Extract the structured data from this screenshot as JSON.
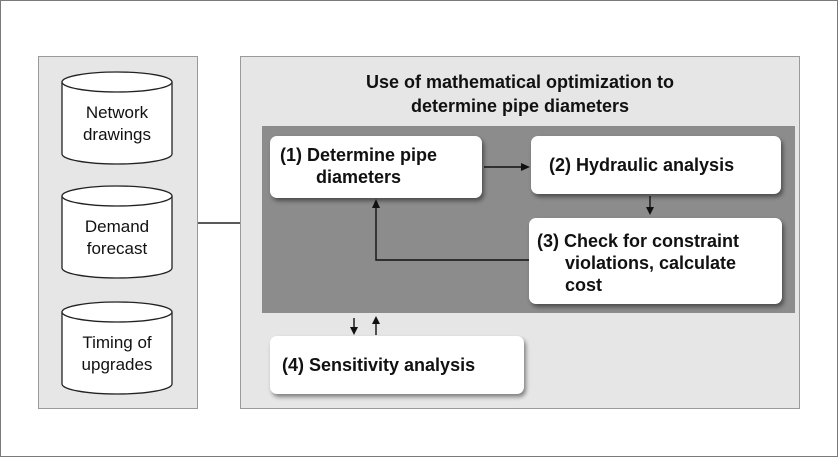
{
  "inputs": [
    {
      "line1": "Network",
      "line2": "drawings"
    },
    {
      "line1": "Demand",
      "line2": "forecast"
    },
    {
      "line1": "Timing of",
      "line2": "upgrades"
    }
  ],
  "main_panel": {
    "title_line1": "Use of mathematical optimization to",
    "title_line2": "determine pipe diameters"
  },
  "steps": {
    "step1": {
      "line1": "(1) Determine pipe",
      "line2": "diameters"
    },
    "step2": {
      "text": "(2) Hydraulic analysis"
    },
    "step3": {
      "line1": "(3) Check for constraint",
      "line2": "violations, calculate",
      "line3": "cost"
    },
    "step4": {
      "text": "(4) Sensitivity analysis"
    }
  },
  "colors": {
    "outer_panel": "#e6e6e6",
    "inner_panel": "#8c8c8c",
    "box": "#ffffff",
    "arrow": "#111111"
  }
}
